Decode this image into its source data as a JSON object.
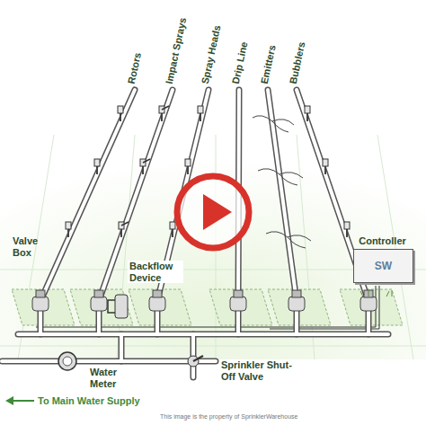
{
  "diagram": {
    "nodes": [
      {
        "text": [
          "Controller",
          "SW"
        ]
      }
    ],
    "labels": [
      "Rotors",
      "Impact Sprays",
      "Spray Heads",
      "Drip Line",
      "Emitters",
      "Bubblers",
      "Valve Box",
      "Backflow Device",
      "Water Meter",
      "Sprinkler Shut-Off Valve",
      "To Main Water Supply",
      "This image is the property of SprinklerWarehouse"
    ]
  }
}
